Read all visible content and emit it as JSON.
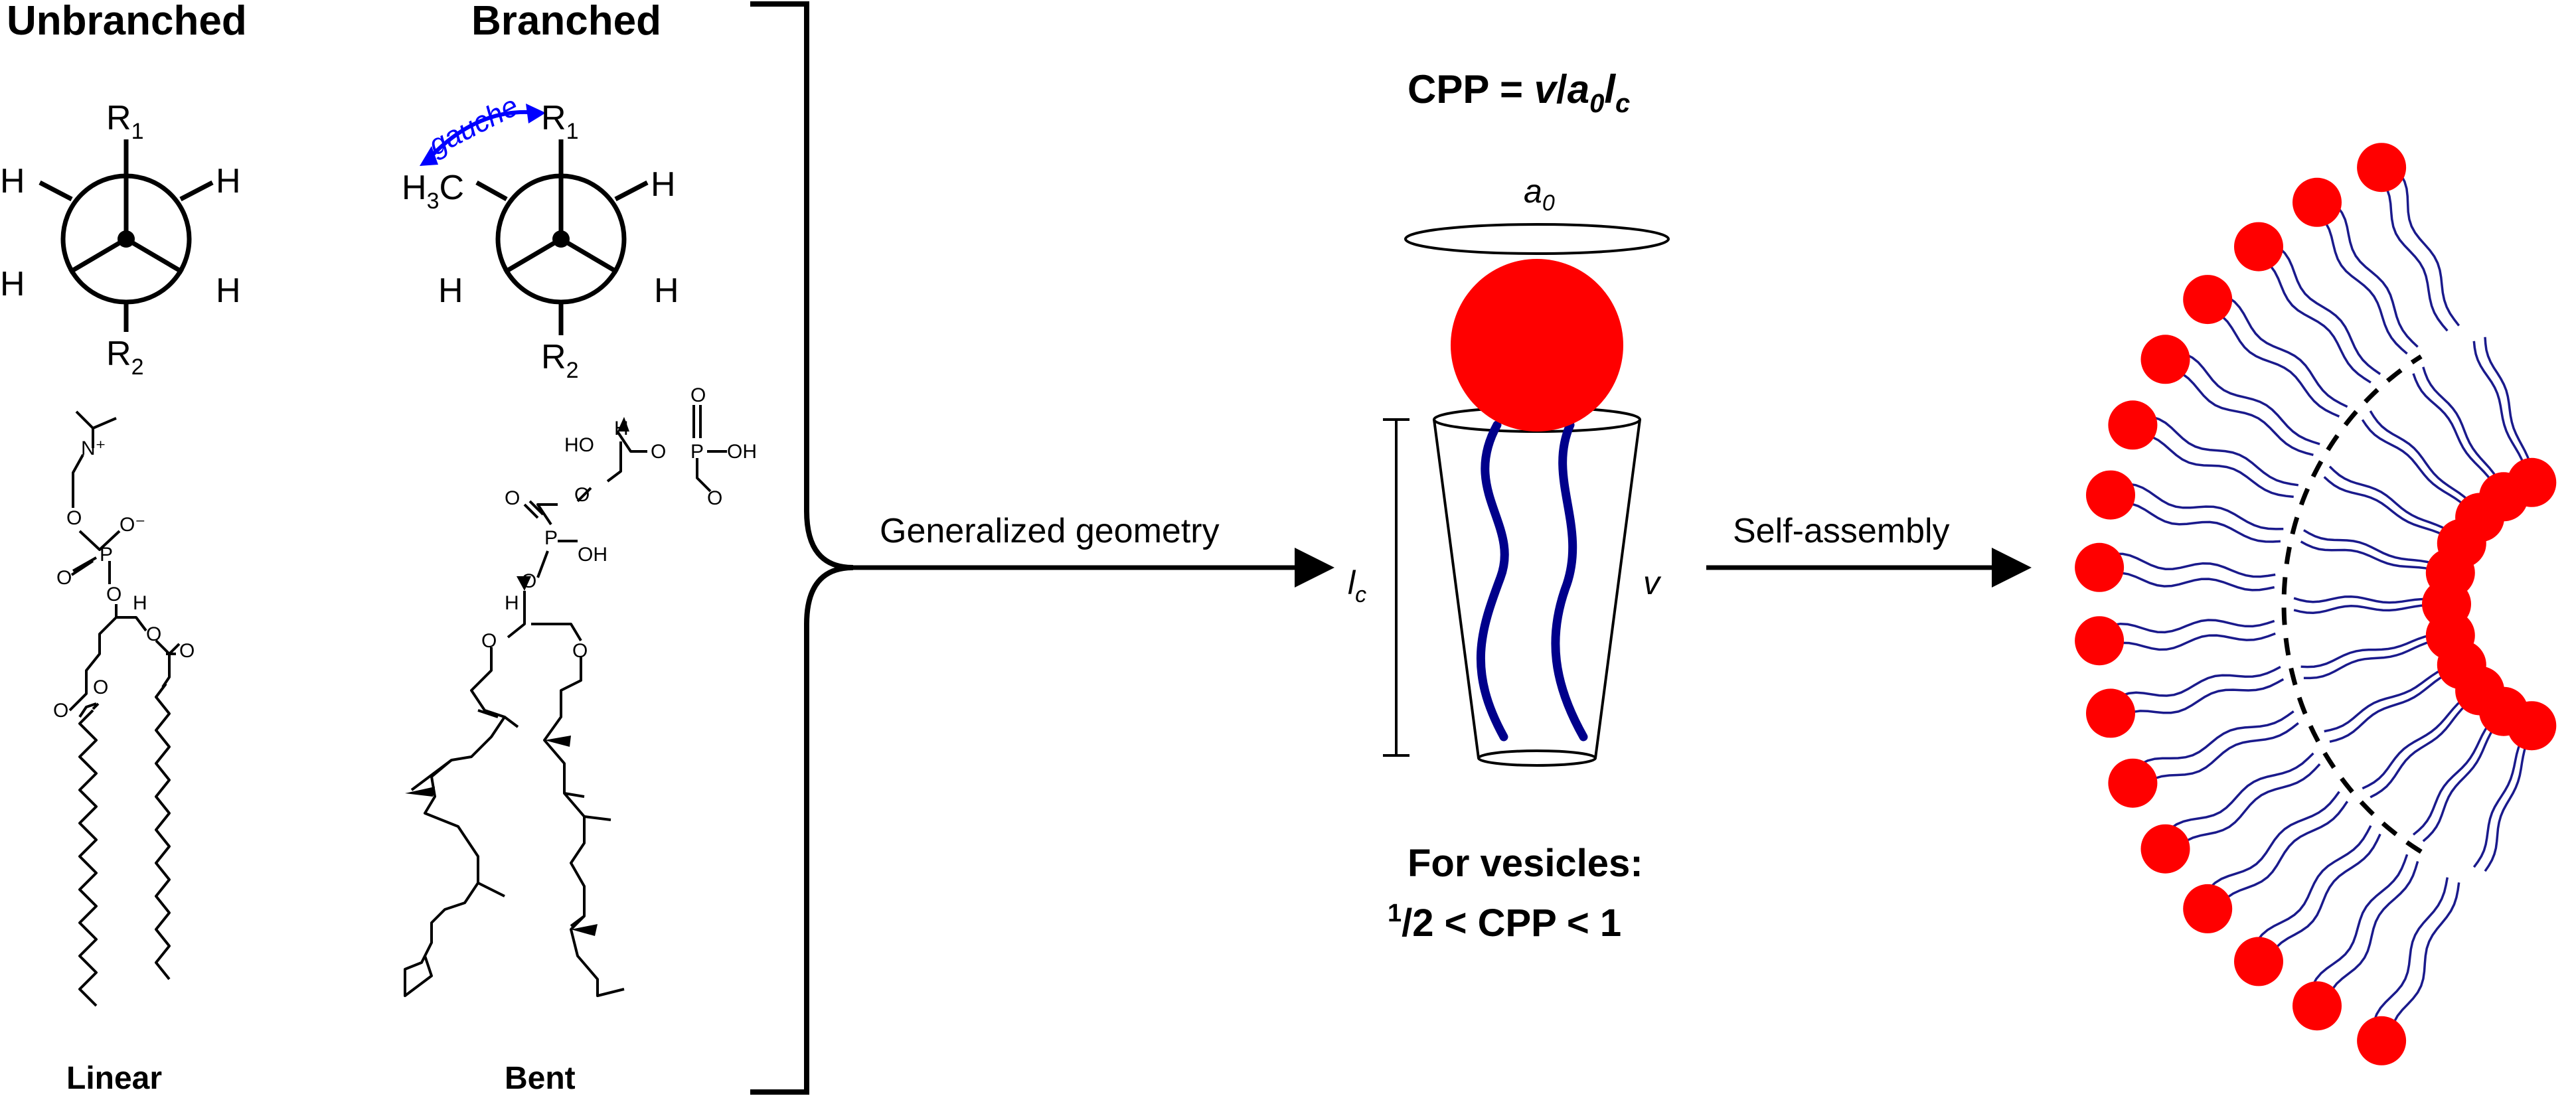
{
  "headings": {
    "unbranched": "Unbranched",
    "branched": "Branched"
  },
  "newman_unbranched": {
    "top": "R",
    "top_sub": "1",
    "bottom": "R",
    "bottom_sub": "2",
    "left_top": "H",
    "left_bottom": "H",
    "right_top": "H",
    "right_bottom": "H"
  },
  "newman_branched": {
    "top": "R",
    "top_sub": "1",
    "bottom": "R",
    "bottom_sub": "2",
    "left_top": "H",
    "left_top_sub": "3",
    "left_top_tail": "C",
    "left_bottom": "H",
    "right_top": "H",
    "right_bottom": "H",
    "gauche_label": "gauche"
  },
  "lipid_linear": {
    "N_plus": "N⁺",
    "o1": "O",
    "p": "P",
    "o_minus": "O⁻",
    "o_dbl": "O",
    "o2": "O",
    "h": "H",
    "o3": "O",
    "o4": "O",
    "o_carbonyl1": "O",
    "o_carbonyl2": "O",
    "label": "Linear"
  },
  "lipid_bent": {
    "ho": "HO",
    "h1": "H",
    "o_top": "O",
    "p_top": "P",
    "oh_top": "OH",
    "o_top_dbl": "O",
    "o_top_lower": "O",
    "o_link": "O",
    "o_dbl2": "O",
    "p2": "P",
    "oh2": "OH",
    "o_link2": "O",
    "h2": "H",
    "o_left": "O",
    "o_right": "O",
    "label": "Bent"
  },
  "arrows": {
    "generalized": "Generalized geometry",
    "selfassembly": "Self-assembly"
  },
  "cpp": {
    "formula_prefix": "CPP = ",
    "formula_v": "v",
    "formula_slash": "/",
    "formula_a": "a",
    "formula_a_sub": "0",
    "formula_l": "l",
    "formula_l_sub": "c",
    "a0_label": "a",
    "a0_sub": "0",
    "lc_label": "l",
    "lc_sub": "c",
    "v_label": "v",
    "vesicles_line1": "For vesicles:",
    "vesicles_sup": "1",
    "vesicles_line2_rest": "/2 < CPP < 1"
  },
  "colors": {
    "head": "#ff0000",
    "tail_thick": "#00008b",
    "tail_thin": "#1a1a8c",
    "gauche": "#0000ff",
    "ink": "#000000"
  }
}
